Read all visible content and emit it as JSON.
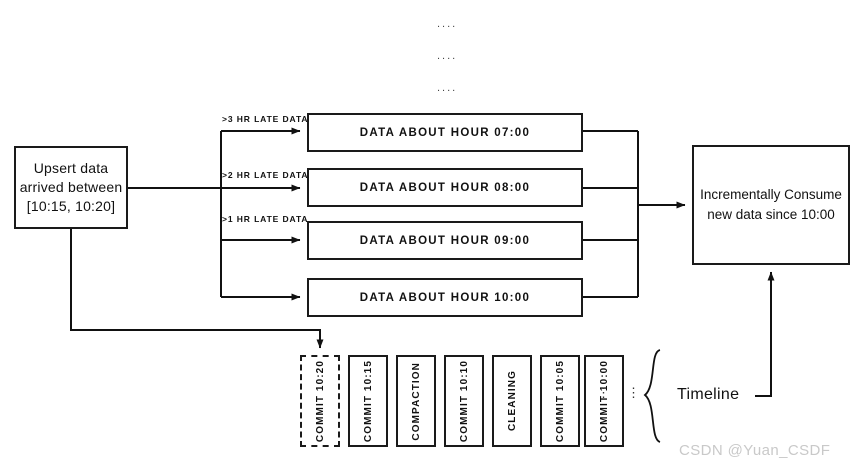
{
  "diagram": {
    "title": "Hudi incremental consumption with late-arriving upserts",
    "colors": {
      "stroke": "#1a1a1a",
      "background": "#ffffff",
      "text": "#111111",
      "watermark": "#c9c9c9"
    },
    "source_node": {
      "lines": [
        "Upsert data",
        "arrived between",
        "[10:15, 10:20]"
      ],
      "text": "Upsert data arrived between [10:15, 10:20]"
    },
    "edge_labels": [
      {
        "text": ">3 HR LATE DATA"
      },
      {
        "text": ">2 HR LATE DATA"
      },
      {
        "text": ">1 HR LATE DATA"
      }
    ],
    "hour_boxes": [
      {
        "label": "DATA ABOUT HOUR 07:00"
      },
      {
        "label": "DATA ABOUT HOUR 08:00"
      },
      {
        "label": "DATA ABOUT HOUR 09:00"
      },
      {
        "label": "DATA ABOUT HOUR 10:00"
      }
    ],
    "sink_node": {
      "lines": [
        "Incrementally Consume",
        "new data since 10:00"
      ],
      "text": "Incrementally Consume new data since 10:00"
    },
    "top_ellipsis": [
      {
        "text": "...."
      },
      {
        "text": "...."
      },
      {
        "text": "...."
      }
    ],
    "timeline": {
      "label": "Timeline",
      "commits": [
        {
          "label": "COMMIT 10:20",
          "state": "pending"
        },
        {
          "label": "COMMIT 10:15",
          "state": "committed"
        },
        {
          "label": "COMPACTION",
          "state": "committed"
        },
        {
          "label": "COMMIT 10:10",
          "state": "committed"
        },
        {
          "label": "CLEANING",
          "state": "committed"
        },
        {
          "label": "COMMIT 10:05",
          "state": "committed"
        },
        {
          "label": "COMMIT 10:00",
          "state": "committed"
        }
      ],
      "ellipsis": [
        {
          "text": "⋮"
        },
        {
          "text": "⋮"
        }
      ]
    },
    "watermark": "CSDN @Yuan_CSDF"
  }
}
